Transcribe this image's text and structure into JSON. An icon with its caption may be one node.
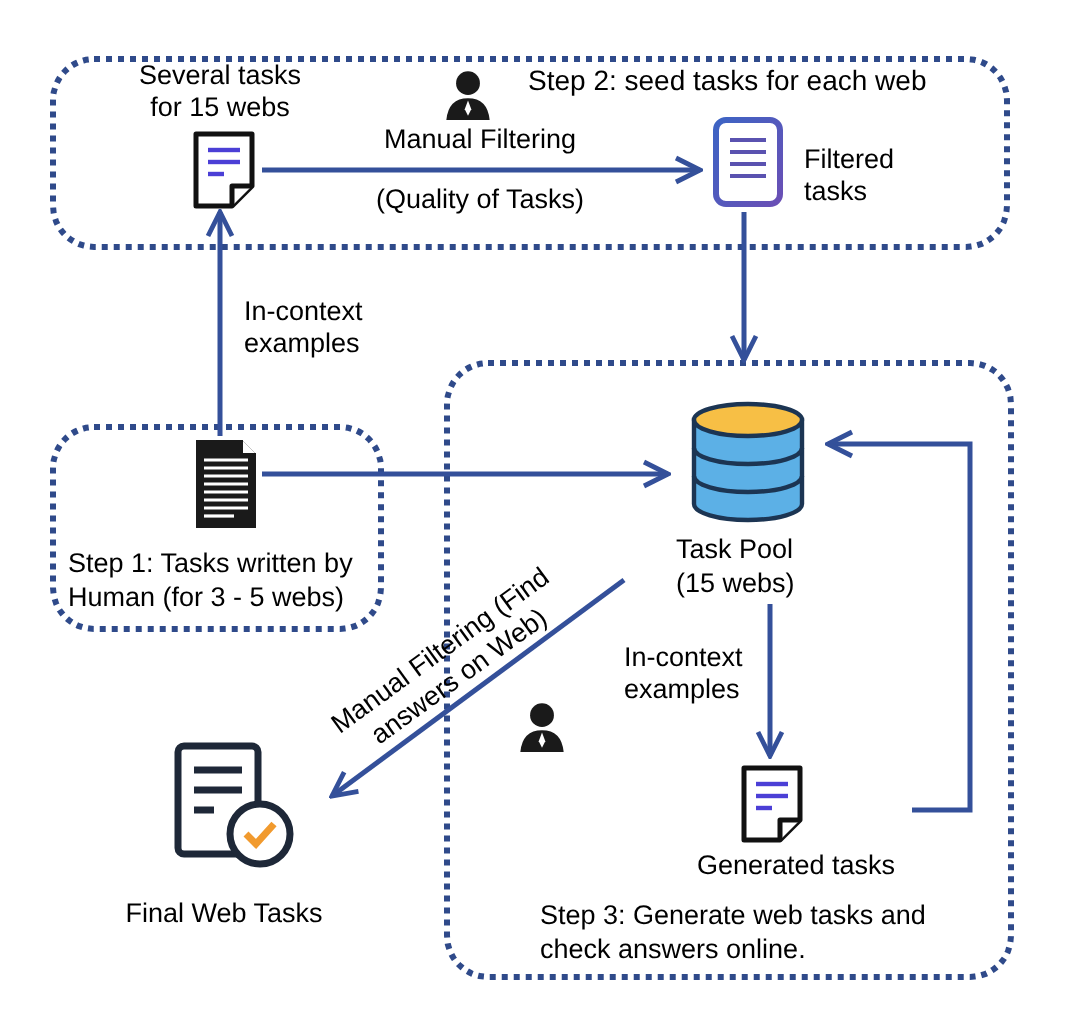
{
  "diagram": {
    "nodes": [
      {
        "text": [
          "Step 2: seed tasks for each web"
        ]
      },
      {
        "text": [
          "Several tasks for 15 webs"
        ],
        "in": 0
      },
      {
        "text": [
          "Filtered tasks"
        ],
        "in": 0
      },
      {
        "text": [
          "Step 1: Tasks written by Human (for 3 - 5 webs)"
        ]
      },
      {
        "text": [],
        "shape": "document",
        "in": 3
      },
      {
        "text": [
          "Step 3: Generate web tasks and check answers online."
        ]
      },
      {
        "text": [
          "Task Pool (15 webs)"
        ],
        "in": 5
      },
      {
        "text": [
          "Generated tasks"
        ],
        "in": 5
      },
      {
        "text": [
          "Final Web Tasks"
        ]
      }
    ],
    "edges": [
      {
        "from": 1,
        "to": 2,
        "arrow": "to",
        "label": "Manual Filtering"
      },
      {
        "from": 4,
        "to": 1,
        "arrow": "to",
        "label": "In-context examples"
      },
      {
        "from": 2,
        "to": 5,
        "arrow": "to"
      },
      {
        "from": 4,
        "to": 6,
        "arrow": "to"
      },
      {
        "from": 6,
        "to": 7,
        "arrow": "to",
        "label": "In-context examples"
      },
      {
        "from": 7,
        "to": 6,
        "arrow": "to"
      },
      {
        "from": 6,
        "to": 8,
        "arrow": "to",
        "label": "Manual Filtering (Find answers on Web)"
      }
    ],
    "labels": [
      "(Quality of Tasks)"
    ]
  }
}
